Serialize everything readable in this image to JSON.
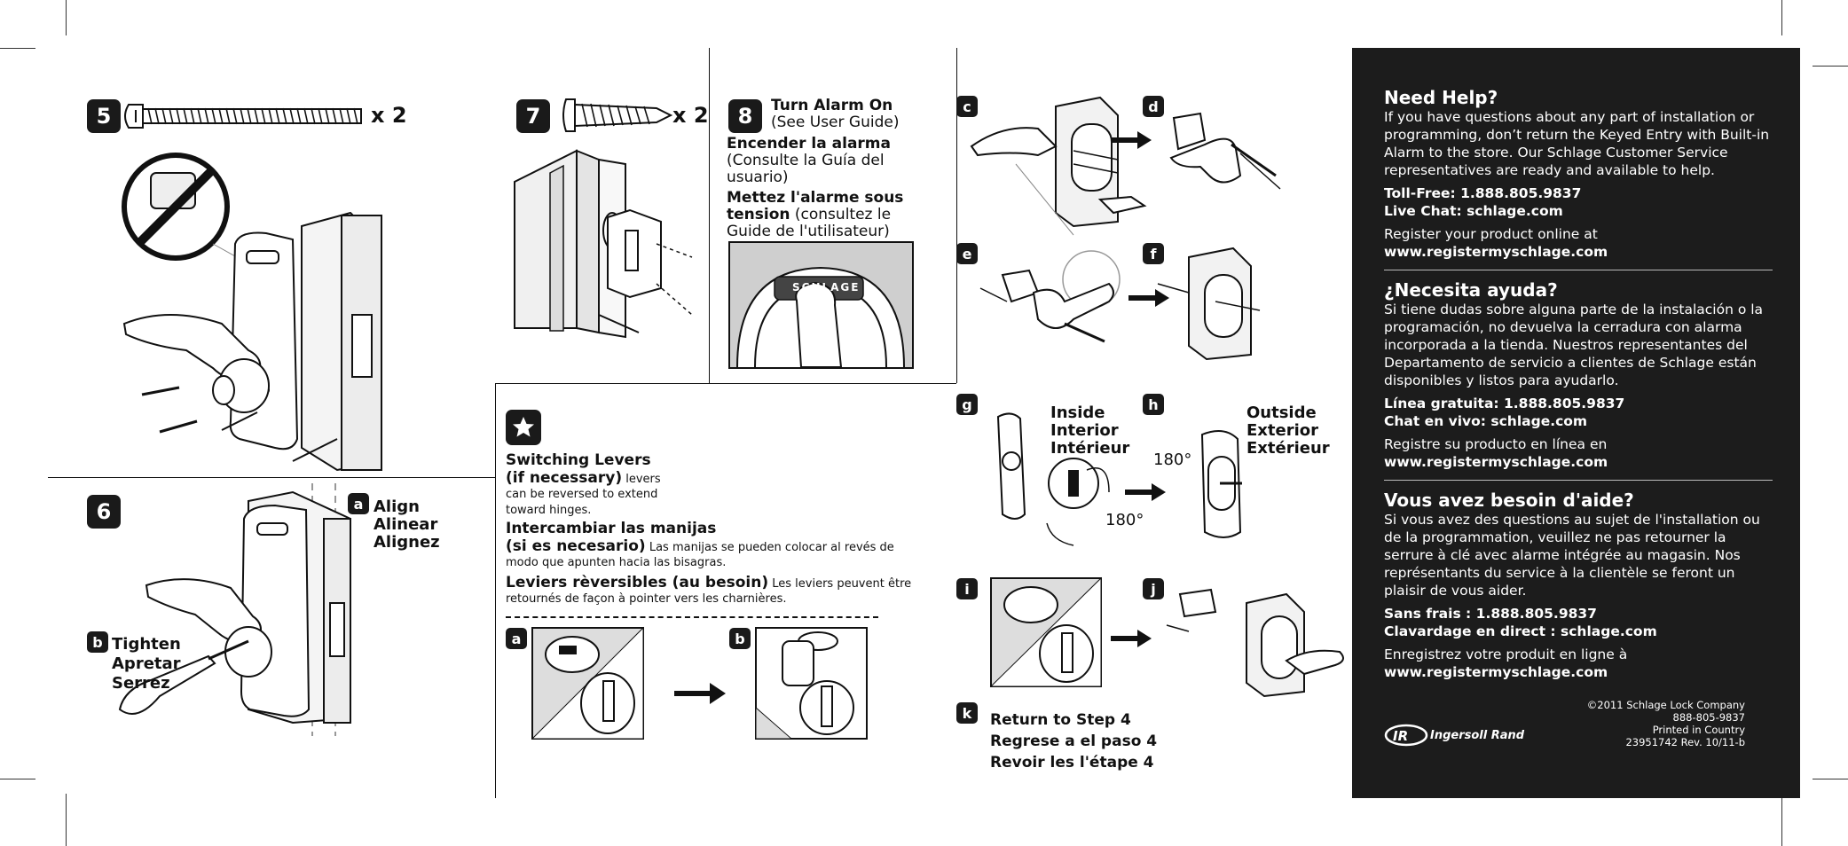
{
  "step5": {
    "num": "5",
    "qty": "x 2"
  },
  "step6": {
    "num": "6",
    "a": {
      "letter": "a",
      "lines": [
        "Align",
        "Alinear",
        "Alignez"
      ]
    },
    "b": {
      "letter": "b",
      "lines": [
        "Tighten",
        "Apretar",
        "Serrez"
      ]
    }
  },
  "step7": {
    "num": "7",
    "qty": "x 2"
  },
  "step8": {
    "num": "8",
    "en_title": "Turn Alarm On",
    "en_sub": "(See User Guide)",
    "es_title": "Encender la alarma",
    "es_sub_1": "(Consulte la Guía del",
    "es_sub_2": "usuario)",
    "fr_title_1": "Mettez l'alarme sous",
    "fr_title_2": "tension",
    "fr_sub_1": " (consultez le",
    "fr_sub_2": "Guide de l'utilisateur)",
    "keypad_logo": "SCHLAGE"
  },
  "switching": {
    "en_title": "Switching Levers",
    "en_cond": "(if necessary)",
    "en_body_1": " levers",
    "en_body_2": "can be reversed to extend",
    "en_body_3": "toward hinges.",
    "es_title": "Intercambiar las manijas",
    "es_cond": "(si es necesario)",
    "es_body_1": " Las manijas se pueden colocar al revés de",
    "es_body_2": "modo que apunten hacia las bisagras.",
    "fr_title": "Leviers rèversibles (au besoin)",
    "fr_body_1": " Les leviers peuvent être",
    "fr_body_2": "retournés de façon à pointer vers les charnières.",
    "a": "a",
    "b": "b"
  },
  "sub_steps": {
    "c": "c",
    "d": "d",
    "e": "e",
    "f": "f",
    "g": "g",
    "h": "h",
    "i": "i",
    "j": "j",
    "k": "k",
    "inside": [
      "Inside",
      "Interior",
      "Intérieur"
    ],
    "outside": [
      "Outside",
      "Exterior",
      "Extérieur"
    ],
    "deg_1": "180°",
    "deg_2": "180°",
    "return": [
      "Return to Step 4",
      "Regrese a el paso 4",
      "Revoir les l'étape 4"
    ]
  },
  "help": {
    "en": {
      "title": "Need Help?",
      "body": "If you have questions about any part of installation or programming, don’t return the Keyed Entry with Built-in Alarm to the store. Our Schlage Customer Service representatives are ready and available to help.",
      "tollfree": "Toll-Free: 1.888.805.9837",
      "chat": "Live Chat: schlage.com",
      "register": "Register your product online at",
      "url": "www.registermyschlage.com"
    },
    "es": {
      "title": "¿Necesita ayuda?",
      "body": "Si tiene dudas sobre alguna parte de la instalación o la programación, no devuelva la cerradura con alarma incorporada a la tienda. Nuestros representantes del Departamento de servicio a clientes de Schlage están disponibles y listos para ayudarlo.",
      "tollfree": "Línea gratuita: 1.888.805.9837",
      "chat": "Chat en vivo: schlage.com",
      "register": "Registre su producto en línea en",
      "url": "www.registermyschlage.com"
    },
    "fr": {
      "title": "Vous avez besoin d'aide?",
      "body": "Si vous avez des questions au sujet de l'installation ou de la programmation, veuillez ne pas retourner la serrure à clé avec alarme intégrée au magasin. Nos représentants du service à la clientèle se feront un plaisir de vous aider.",
      "tollfree": "Sans frais : 1.888.805.9837",
      "chat": "Clavardage en direct :  schlage.com",
      "register": "Enregistrez votre produit en ligne à",
      "url": "www.registermyschlage.com"
    },
    "footer": {
      "brand": "Ingersoll Rand",
      "copyright": "©2011 Schlage Lock Company",
      "phone": "888-805-9837",
      "printed": "Printed in Country",
      "code": "23951742   Rev. 10/11-b"
    }
  }
}
